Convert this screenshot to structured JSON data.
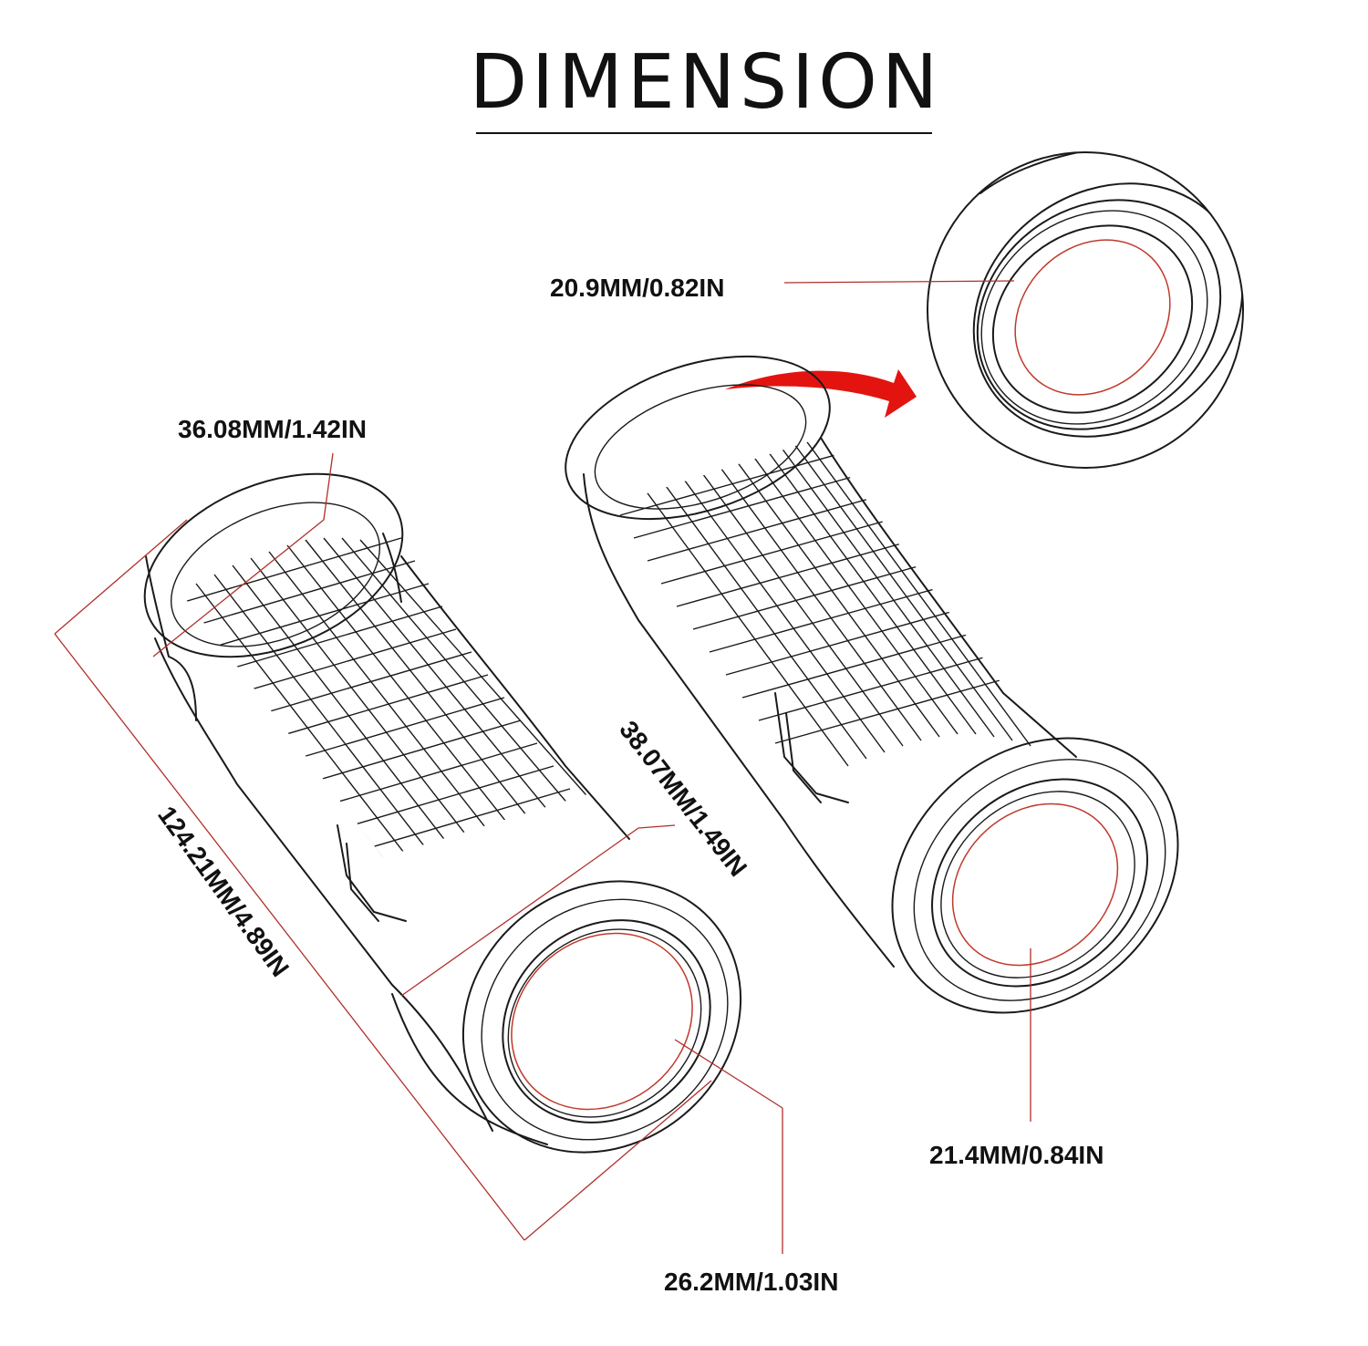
{
  "title": "DIMENSION",
  "dimensions": {
    "left_top_diameter": "36.08MM/1.42IN",
    "length": "124.21MM/4.89IN",
    "outer_diameter": "38.07MM/1.49IN",
    "left_inner_diameter": "26.2MM/1.03IN",
    "detail_inner_diameter": "20.9MM/0.82IN",
    "right_inner_diameter": "21.4MM/0.84IN"
  },
  "colors": {
    "dimension_line": "#b0302a",
    "arrow": "#e3140f",
    "outline": "#1a1a1a"
  }
}
